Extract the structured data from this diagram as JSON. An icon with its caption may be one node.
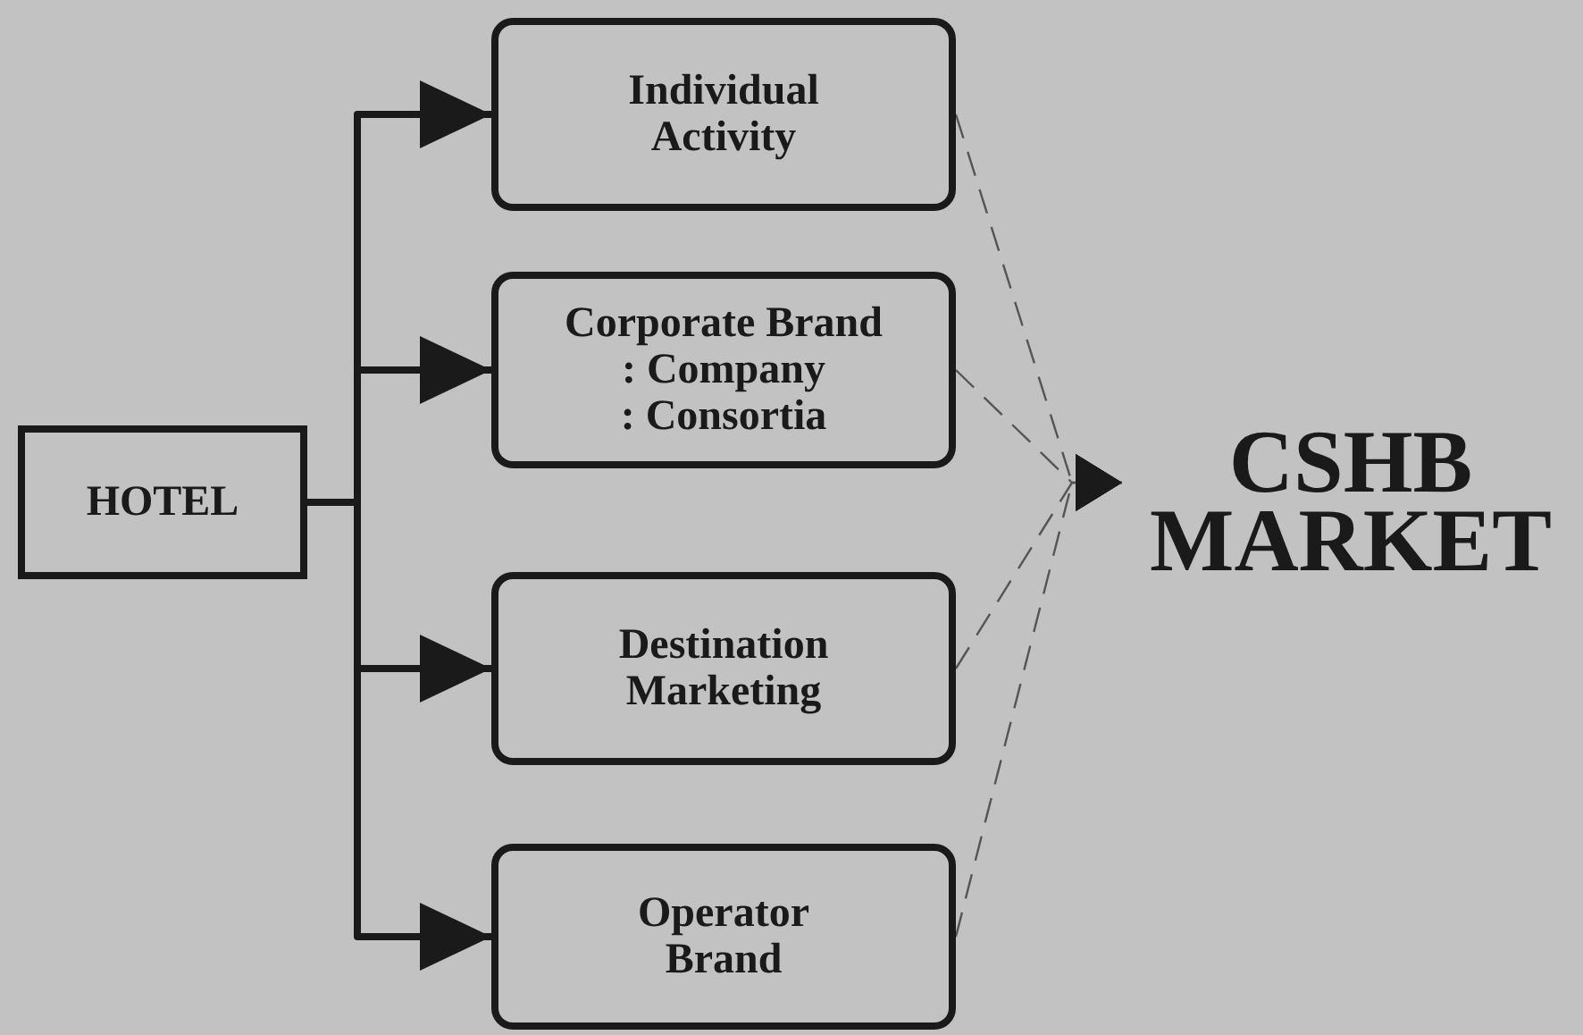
{
  "diagram": {
    "nodes": [
      {
        "text": [
          "HOTEL"
        ]
      },
      {
        "text": [
          "Individual Activity"
        ]
      },
      {
        "text": [
          "Corporate Brand",
          ": Company",
          ": Consortia"
        ]
      },
      {
        "text": [
          "Destination Marketing"
        ]
      },
      {
        "text": [
          "Operator Brand"
        ]
      },
      {
        "text": [
          "CSHB MARKET"
        ]
      }
    ],
    "edges": [
      {
        "from": 0,
        "to": 1,
        "arrow": "to",
        "style": "thick"
      },
      {
        "from": 0,
        "to": 2,
        "arrow": "to",
        "style": "thick"
      },
      {
        "from": 0,
        "to": 3,
        "arrow": "to",
        "style": "thick"
      },
      {
        "from": 0,
        "to": 4,
        "arrow": "to",
        "style": "thick"
      },
      {
        "from": 1,
        "to": 5,
        "arrow": "to",
        "style": "dashed",
        "color": "#555555"
      },
      {
        "from": 2,
        "to": 5,
        "arrow": "to",
        "style": "dashed",
        "color": "#555555"
      },
      {
        "from": 3,
        "to": 5,
        "arrow": "to",
        "style": "dashed",
        "color": "#555555"
      },
      {
        "from": 4,
        "to": 5,
        "arrow": "to",
        "style": "dashed",
        "color": "#555555"
      }
    ]
  }
}
